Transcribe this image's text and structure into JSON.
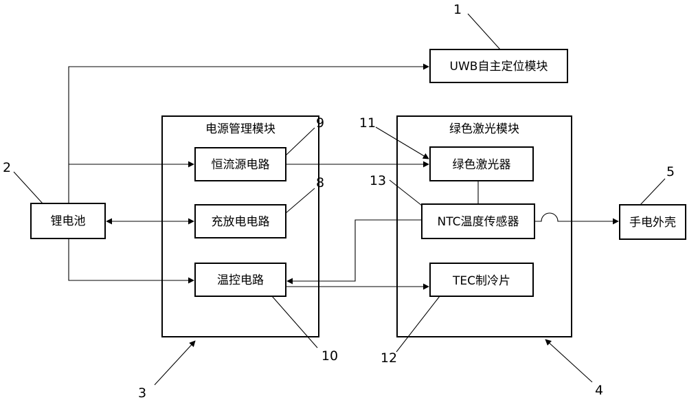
{
  "diagram": {
    "blocks": {
      "uwb": "UWB自主定位模块",
      "battery": "锂电池",
      "power_module": "电源管理模块",
      "constant_current": "恒流源电路",
      "charge_discharge": "充放电电路",
      "temp_control": "温控电路",
      "laser_module": "绿色激光模块",
      "green_laser": "绿色激光器",
      "ntc_sensor": "NTC温度传感器",
      "tec": "TEC制冷片",
      "housing": "手电外壳"
    },
    "refs": {
      "r1": "1",
      "r2": "2",
      "r3": "3",
      "r4": "4",
      "r5": "5",
      "r8": "8",
      "r9": "9",
      "r10": "10",
      "r11": "11",
      "r12": "12",
      "r13": "13"
    }
  }
}
